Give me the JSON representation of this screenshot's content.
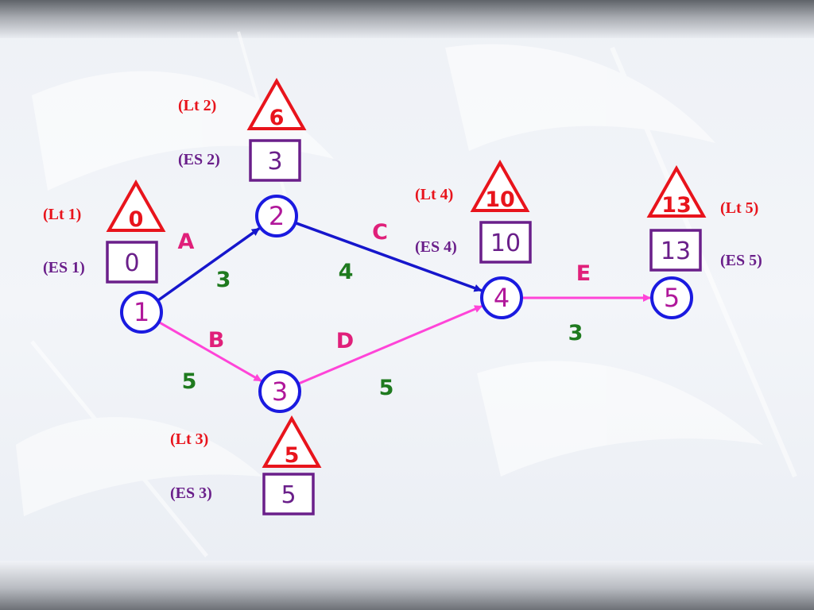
{
  "colors": {
    "lt_red": "#e8141c",
    "es_purple": "#6a1f8a",
    "node_blue": "#1a1ae0",
    "node_text": "#b0179a",
    "critical_arrow": "#1616cc",
    "noncritical_arrow": "#ff44d8",
    "activity_label": "#e0207a",
    "duration_green": "#1f7a1f"
  },
  "nodes": [
    {
      "id": "1",
      "label": "1",
      "lt_tag": "(Lt 1)",
      "lt": "0",
      "es_tag": "(ES 1)",
      "es": "0"
    },
    {
      "id": "2",
      "label": "2",
      "lt_tag": "(Lt 2)",
      "lt": "6",
      "es_tag": "(ES 2)",
      "es": "3"
    },
    {
      "id": "3",
      "label": "3",
      "lt_tag": "(Lt 3)",
      "lt": "5",
      "es_tag": "(ES 3)",
      "es": "5"
    },
    {
      "id": "4",
      "label": "4",
      "lt_tag": "(Lt 4)",
      "lt": "10",
      "es_tag": "(ES 4)",
      "es": "10"
    },
    {
      "id": "5",
      "label": "5",
      "lt_tag": "(Lt 5)",
      "lt": "13",
      "es_tag": "(ES 5)",
      "es": "13"
    }
  ],
  "activities": [
    {
      "name": "A",
      "from": "1",
      "to": "2",
      "duration": "3",
      "critical": true
    },
    {
      "name": "B",
      "from": "1",
      "to": "3",
      "duration": "5",
      "critical": false
    },
    {
      "name": "C",
      "from": "2",
      "to": "4",
      "duration": "4",
      "critical": true
    },
    {
      "name": "D",
      "from": "3",
      "to": "4",
      "duration": "5",
      "critical": false
    },
    {
      "name": "E",
      "from": "4",
      "to": "5",
      "duration": "3",
      "critical": false
    }
  ]
}
